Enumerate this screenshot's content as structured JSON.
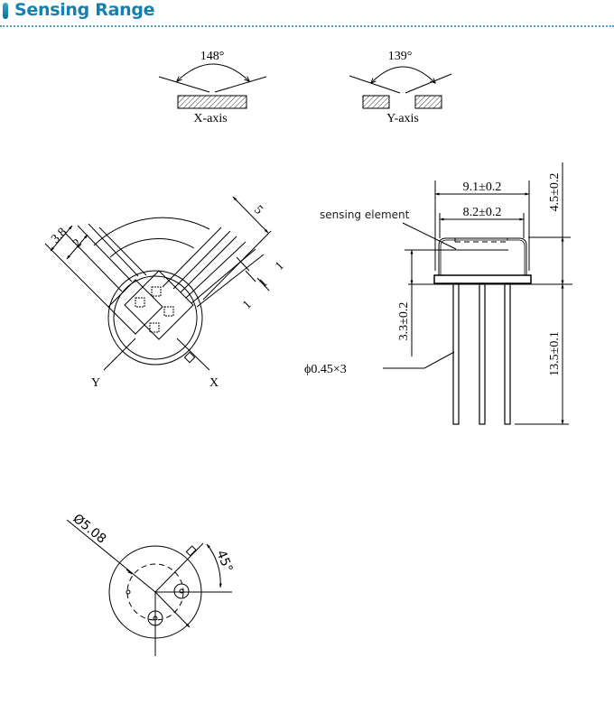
{
  "header": {
    "title": "Sensing Range",
    "accent_color": "#1380ad"
  },
  "sensing_angles": {
    "x_axis": {
      "angle": "148°",
      "label": "X-axis"
    },
    "y_axis": {
      "angle": "139°",
      "label": "Y-axis"
    }
  },
  "top_view": {
    "dims": {
      "d1": "3.8",
      "d2": "2",
      "d3": "5",
      "d4": "1",
      "d5": "1",
      "d6": "1"
    },
    "axis_labels": {
      "y": "Y",
      "x": "X"
    }
  },
  "side_view": {
    "callout": "sensing element",
    "dims": {
      "outer_width": "9.1±0.2",
      "inner_width": "8.2±0.2",
      "body_height": "4.5±0.2",
      "element_height": "3.3±0.2",
      "lead_length": "13.5±0.1",
      "lead_diameter": "ϕ0.45×3"
    }
  },
  "bottom_view": {
    "diameter": "Ø5.08",
    "angle": "45°"
  }
}
